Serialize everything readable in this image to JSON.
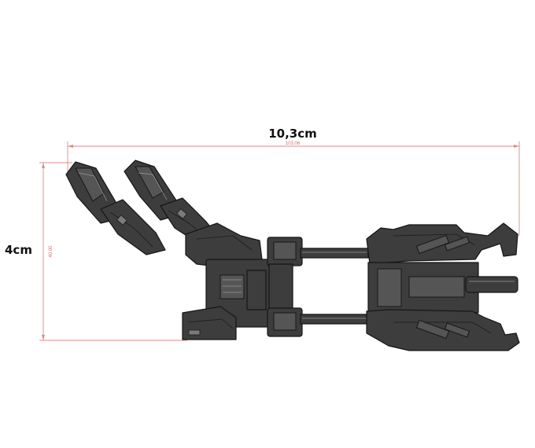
{
  "dimensions": {
    "width_label": "10,3cm",
    "width_small_label": "103.06",
    "height_label": "4cm",
    "height_small_label": "40.00"
  },
  "colors": {
    "dimension_line": "#e08a8a",
    "part_fill": "#3d3d3d",
    "part_outline": "#161616",
    "background": "#ffffff"
  }
}
